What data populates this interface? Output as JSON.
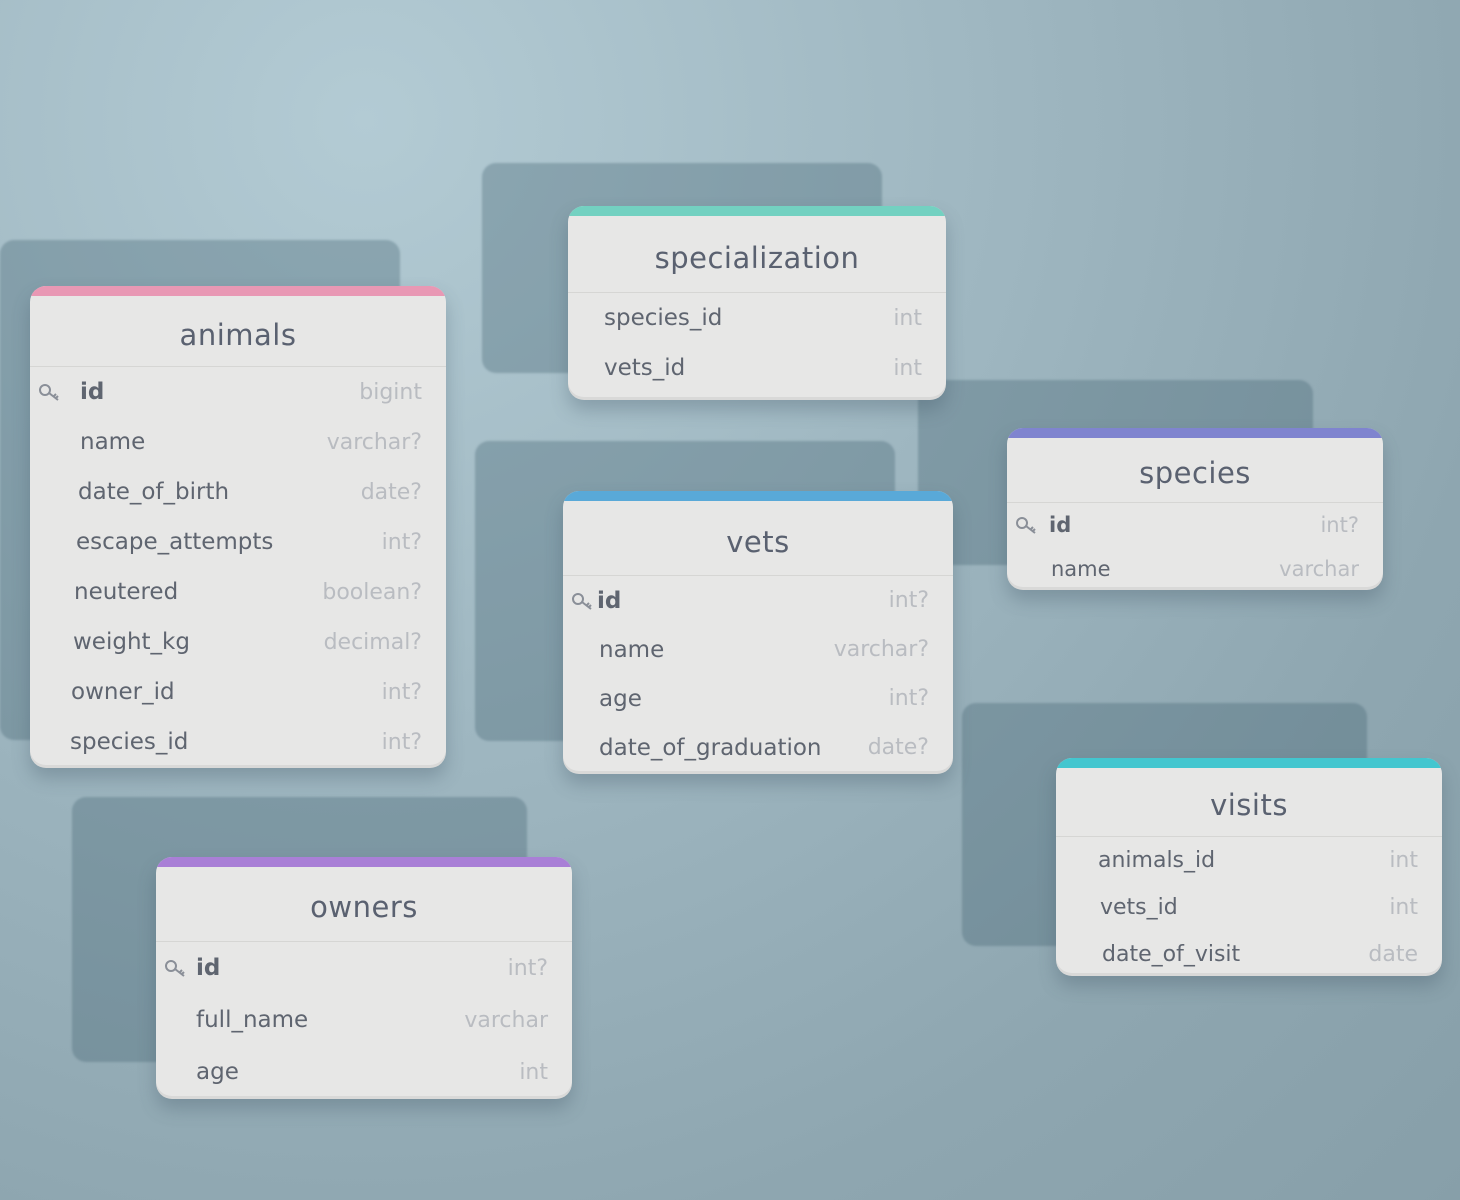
{
  "colors": {
    "animals": "#e898b4",
    "specialization": "#73d1c1",
    "vets": "#59a9d8",
    "species": "#7f84cf",
    "visits": "#43c6cf",
    "owners": "#a97fd6"
  },
  "tables": {
    "animals": {
      "title": "animals",
      "rows": [
        {
          "name": "id",
          "type": "bigint"
        },
        {
          "name": "name",
          "type": "varchar?"
        },
        {
          "name": "date_of_birth",
          "type": "date?"
        },
        {
          "name": "escape_attempts",
          "type": "int?"
        },
        {
          "name": "neutered",
          "type": "boolean?"
        },
        {
          "name": "weight_kg",
          "type": "decimal?"
        },
        {
          "name": "owner_id",
          "type": "int?"
        },
        {
          "name": "species_id",
          "type": "int?"
        }
      ]
    },
    "specialization": {
      "title": "specialization",
      "rows": [
        {
          "name": "species_id",
          "type": "int"
        },
        {
          "name": "vets_id",
          "type": "int"
        }
      ]
    },
    "vets": {
      "title": "vets",
      "rows": [
        {
          "name": "id",
          "type": "int?"
        },
        {
          "name": "name",
          "type": "varchar?"
        },
        {
          "name": "age",
          "type": "int?"
        },
        {
          "name": "date_of_graduation",
          "type": "date?"
        }
      ]
    },
    "species": {
      "title": "species",
      "rows": [
        {
          "name": "id",
          "type": "int?"
        },
        {
          "name": "name",
          "type": "varchar"
        }
      ]
    },
    "visits": {
      "title": "visits",
      "rows": [
        {
          "name": "animals_id",
          "type": "int"
        },
        {
          "name": "vets_id",
          "type": "int"
        },
        {
          "name": "date_of_visit",
          "type": "date"
        }
      ]
    },
    "owners": {
      "title": "owners",
      "rows": [
        {
          "name": "id",
          "type": "int?"
        },
        {
          "name": "full_name",
          "type": "varchar"
        },
        {
          "name": "age",
          "type": "int"
        }
      ]
    }
  }
}
